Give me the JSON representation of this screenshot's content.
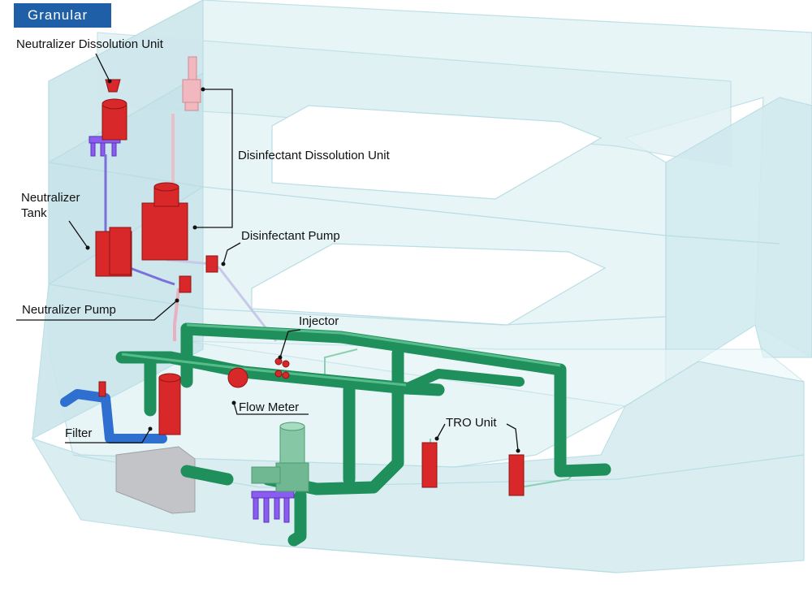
{
  "tag": "Granular",
  "labels": {
    "neutralizer_dissolution_unit": "Neutralizer Dissolution Unit",
    "disinfectant_dissolution_unit": "Disinfectant Dissolution Unit",
    "neutralizer_tank_line1": "Neutralizer",
    "neutralizer_tank_line2": "Tank",
    "disinfectant_pump": "Disinfectant Pump",
    "neutralizer_pump": "Neutralizer Pump",
    "injector": "Injector",
    "flow_meter": "Flow Meter",
    "filter": "Filter",
    "tro_unit": "TRO Unit"
  },
  "colors": {
    "badge": "#1f5fa8",
    "equipment_red": "#d8282a",
    "pipe_green": "#1f8f5c",
    "pipe_blue": "#2f6fd0",
    "support_purple": "#8a5cf0",
    "hull_glass": "#d6eef2"
  }
}
